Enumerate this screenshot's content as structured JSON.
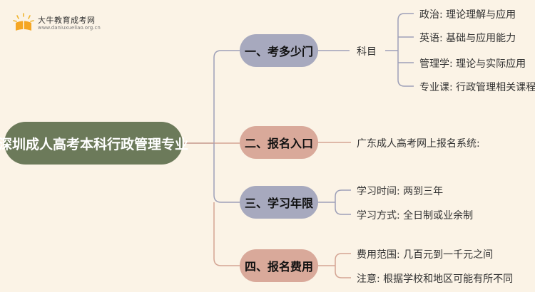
{
  "logo": {
    "name": "大牛教育成考网",
    "url": "www.daniuxueliao.org.cn"
  },
  "root": {
    "label": "深圳成人高考本科行政管理专业"
  },
  "branches": [
    {
      "label": "一、考多少门",
      "mid_label": "科目",
      "leaves": [
        "政治: 理论理解与应用",
        "英语: 基础与应用能力",
        "管理学: 理论与实际应用",
        "专业课: 行政管理相关课程"
      ]
    },
    {
      "label": "二、报名入口",
      "leaves": [
        "广东成人高考网上报名系统:"
      ]
    },
    {
      "label": "三、学习年限",
      "leaves": [
        "学习时间: 两到三年",
        "学习方式: 全日制或业余制"
      ]
    },
    {
      "label": "四、报名费用",
      "leaves": [
        "费用范围: 几百元到一千元之间",
        "注意: 根据学校和地区可能有所不同"
      ]
    }
  ],
  "colors": {
    "background": "#fbf3e6",
    "root": "#6c7a5a",
    "branch_purple": "#a7a9be",
    "branch_peach": "#d9a99a",
    "line_purple": "#9ea0b8",
    "line_peach": "#d4a594"
  }
}
